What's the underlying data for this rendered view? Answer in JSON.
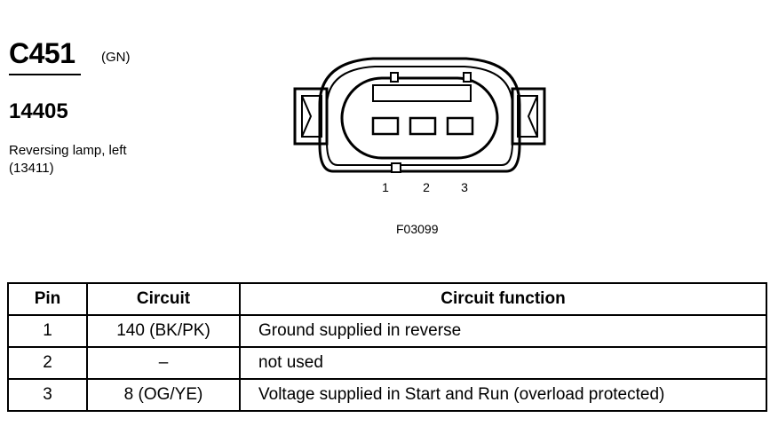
{
  "connector": {
    "id": "C451",
    "color_code": "(GN)",
    "part_number": "14405",
    "description": "Reversing lamp, left",
    "ref": "(13411)"
  },
  "diagram": {
    "pin_labels": [
      "1",
      "2",
      "3"
    ],
    "figure_ref": "F03099"
  },
  "table": {
    "headers": {
      "pin": "Pin",
      "circuit": "Circuit",
      "function": "Circuit function"
    },
    "rows": [
      {
        "pin": "1",
        "circuit": "140 (BK/PK)",
        "function": "Ground supplied in reverse"
      },
      {
        "pin": "2",
        "circuit": "–",
        "function": "not used"
      },
      {
        "pin": "3",
        "circuit": "8 (OG/YE)",
        "function": "Voltage supplied in Start and Run (overload protected)"
      }
    ]
  }
}
